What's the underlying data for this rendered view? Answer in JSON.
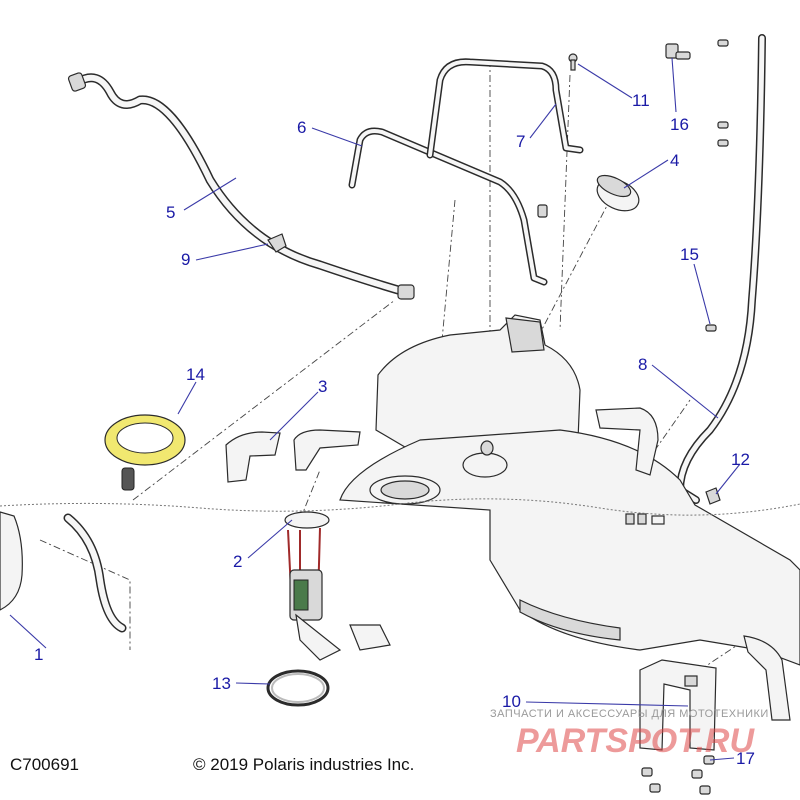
{
  "diagram_id": "C700691",
  "copyright": "© 2019 Polaris industries Inc.",
  "watermark": {
    "line1": "ЗАПЧАСТИ И АКСЕССУАРЫ ДЛЯ МОТОТЕХНИКИ",
    "line2": "PARTSPOT.RU"
  },
  "callouts": [
    "1",
    "2",
    "3",
    "4",
    "5",
    "6",
    "7",
    "8",
    "9",
    "10",
    "11",
    "12",
    "13",
    "14",
    "15",
    "16",
    "17"
  ]
}
